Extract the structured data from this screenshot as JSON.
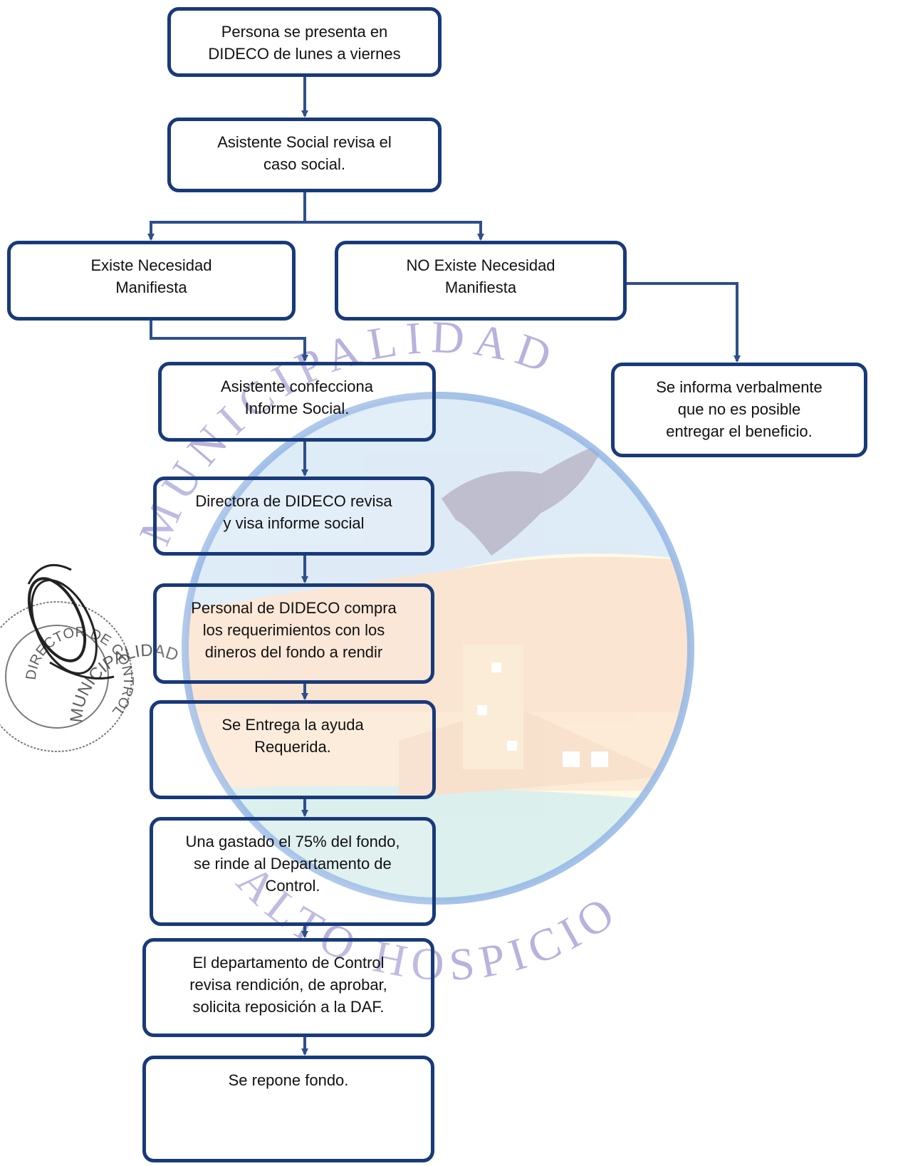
{
  "colors": {
    "box_border": "#183a7a",
    "connector": "#2e4f8c",
    "watermark_ring": "#8fb3e3",
    "watermark_text": "#b8b2dd"
  },
  "watermark": {
    "arc_top": "MUNICIPALIDAD",
    "arc_bottom": "ALTO HOSPICIO"
  },
  "stamp": {
    "outer": "MUNICIPALIDAD",
    "inner": "DIRECTOR DE CONTROL"
  },
  "steps": {
    "persona": "Persona se presenta en\nDIDECO de lunes a viernes",
    "revisa": "Asistente Social revisa el\ncaso social.",
    "existe": "Existe Necesidad\nManifiesta",
    "no_existe": "NO Existe Necesidad\nManifiesta",
    "informe": "Asistente confecciona\nInforme Social.",
    "se_informa": "Se informa verbalmente\nque no es posible\nentregar el beneficio.",
    "directora": "Directora de DIDECO revisa\ny visa informe social",
    "compra": "Personal de DIDECO compra\nlos requerimientos con los\ndineros del fondo a rendir",
    "entrega": "Se Entrega la ayuda\nRequerida.",
    "gastado": "Una gastado el 75% del fondo,\nse rinde al Departamento de\nControl.",
    "control": "El departamento de Control\nrevisa rendición, de aprobar,\nsolicita reposición a la DAF.",
    "repone": "Se repone fondo."
  }
}
